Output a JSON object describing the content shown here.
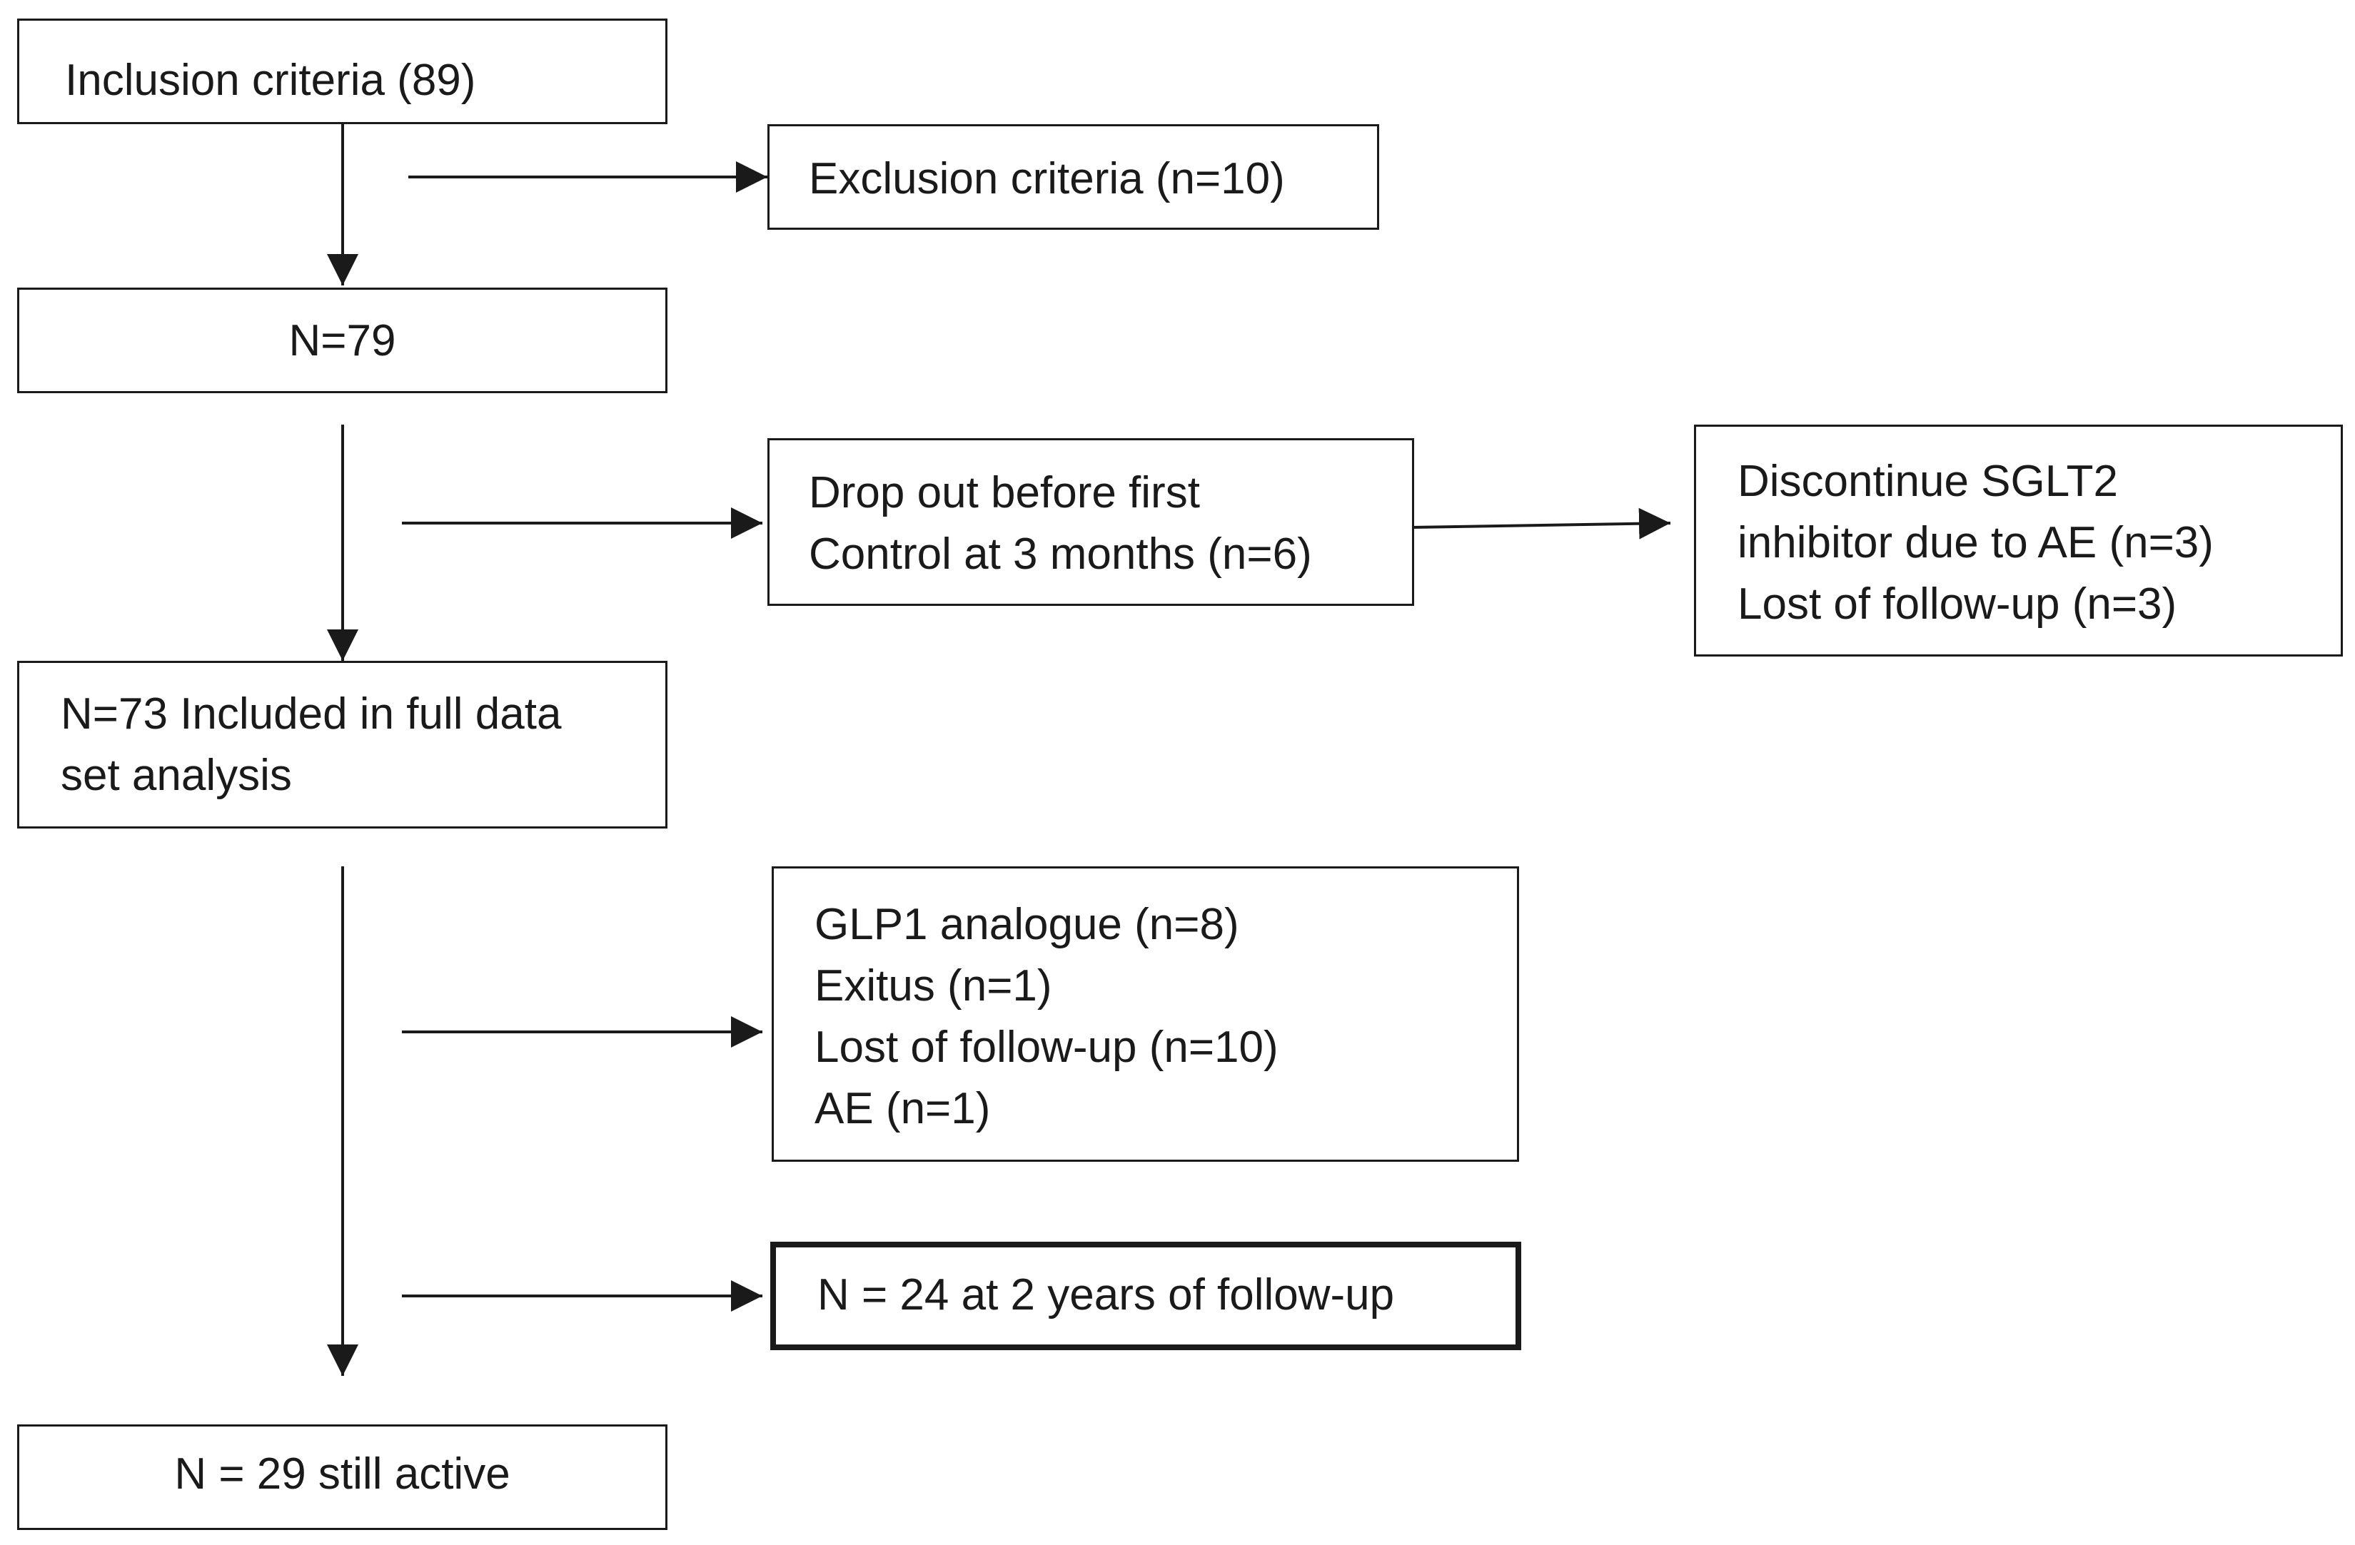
{
  "flowchart": {
    "inclusion": "Inclusion criteria (89)",
    "exclusion": "Exclusion criteria (n=10)",
    "n79": "N=79",
    "dropout": {
      "line1": "Drop out before first",
      "line2": "Control at 3 months (n=6)"
    },
    "discontinue": {
      "line1": "Discontinue SGLT2",
      "line2": "inhibitor due to AE (n=3)",
      "line3": "Lost of follow-up (n=3)"
    },
    "n73": {
      "line1": "N=73 Included in full data",
      "line2": "set analysis"
    },
    "reasons": {
      "line1": "GLP1 analogue (n=8)",
      "line2": "Exitus (n=1)",
      "line3": "Lost of follow-up (n=10)",
      "line4": "AE (n=1)"
    },
    "followup": "N = 24 at 2 years of follow-up",
    "active": "N = 29 still active"
  }
}
